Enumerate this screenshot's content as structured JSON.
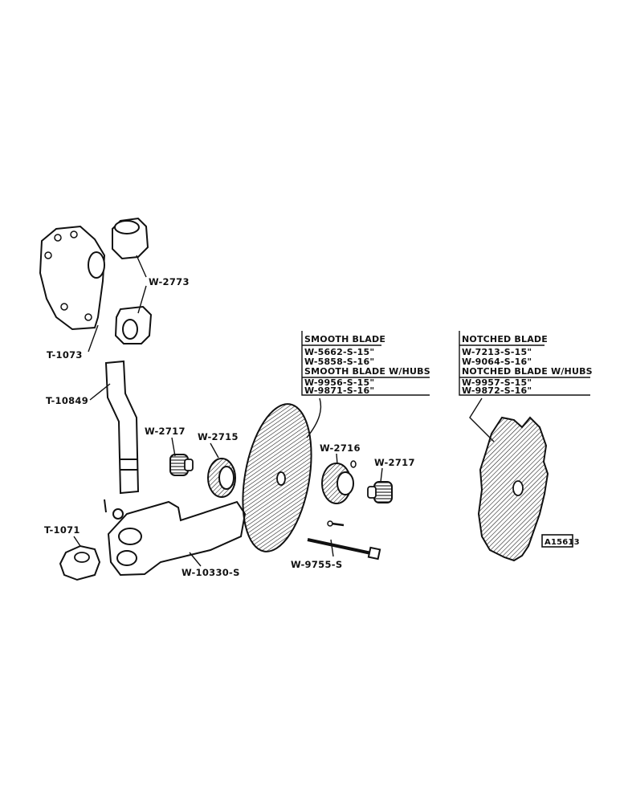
{
  "part_labels": {
    "w2773": "W-2773",
    "t1073": "T-1073",
    "t10849": "T-10849",
    "w2717_left": "W-2717",
    "w2715": "W-2715",
    "w2716": "W-2716",
    "w2717_right": "W-2717",
    "t1071": "T-1071",
    "w10330s": "W-10330-S",
    "w9755s": "W-9755-S"
  },
  "smooth_box": {
    "heading1": "SMOOTH BLADE",
    "line1": "W-5662-S-15\"",
    "line2": "W-5858-S-16\"",
    "heading2": "SMOOTH BLADE W/HUBS",
    "line3": "W-9956-S-15\"",
    "line4": "W-9871-S-16\""
  },
  "notched_box": {
    "heading1": "NOTCHED BLADE",
    "line1": "W-7213-S-15\"",
    "line2": "W-9064-S-16\"",
    "heading2": "NOTCHED BLADE W/HUBS",
    "line3": "W-9957-S-15\"",
    "line4": "W-9872-S-16\""
  },
  "figure_id": "A15613"
}
